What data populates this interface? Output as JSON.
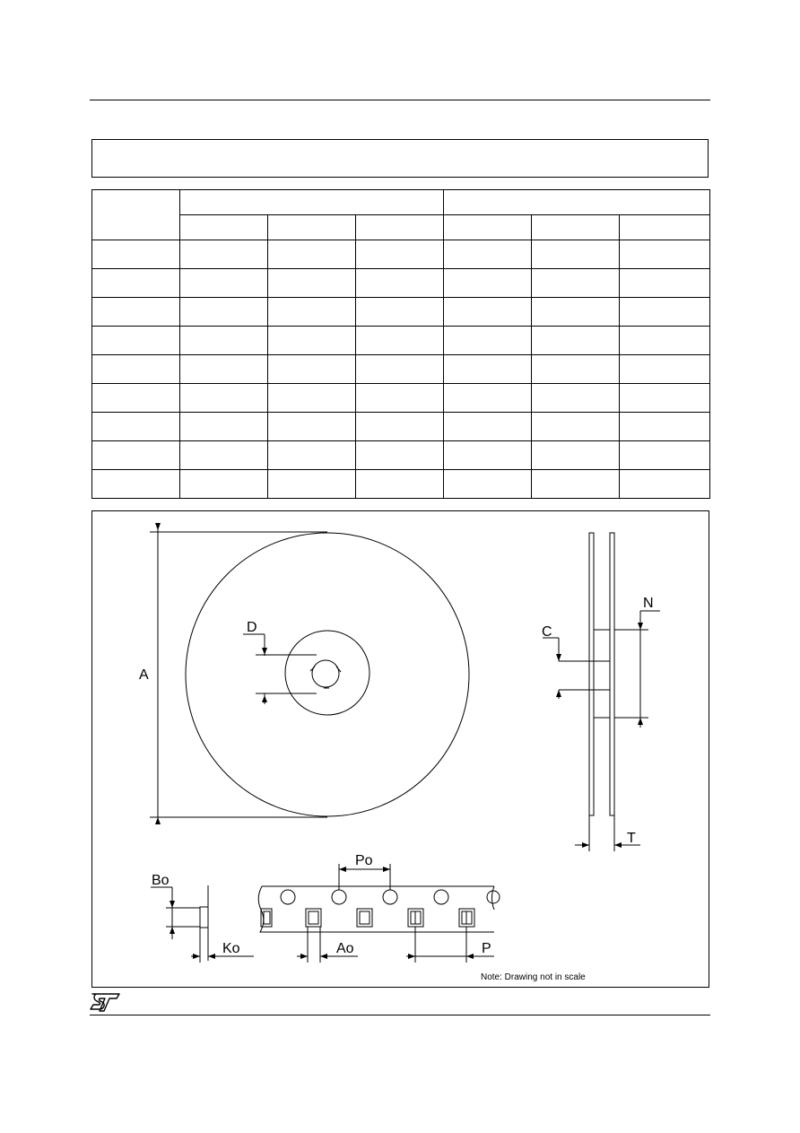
{
  "drawing": {
    "labels": {
      "A": "A",
      "D": "D",
      "C": "C",
      "N": "N",
      "T": "T",
      "Bo": "Bo",
      "Po": "Po",
      "Ko": "Ko",
      "Ao": "Ao",
      "P": "P"
    },
    "note": "Note: Drawing not in scale"
  },
  "table": {
    "rows": 11,
    "cols": 7
  },
  "logo": {
    "icon": "st-logo-icon",
    "color": "#000000"
  }
}
